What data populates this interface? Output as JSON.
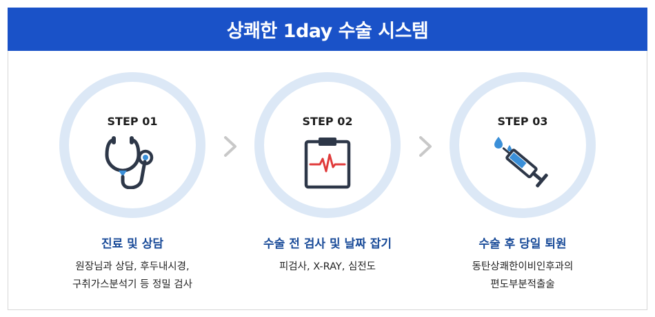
{
  "banner": {
    "title": "상쾌한 1day 수술 시스템"
  },
  "steps": [
    {
      "label": "STEP 01",
      "title": "진료 및 상담",
      "desc_lines": [
        "원장님과 상담, 후두내시경,",
        "구취가스분석기 등 정밀 검사"
      ]
    },
    {
      "label": "STEP 02",
      "title": "수술 전 검사 및 날짜 잡기",
      "desc_lines": [
        "피검사, X-RAY, 심전도"
      ]
    },
    {
      "label": "STEP 03",
      "title": "수술 후 당일 퇴원",
      "desc_lines": [
        "동탄상쾌한이비인후과의",
        "편도부분적출술"
      ]
    }
  ],
  "icons": {
    "step1": "stethoscope-icon",
    "step2": "clipboard-ecg-icon",
    "step3": "syringe-icon",
    "separator": "chevron-right-icon"
  },
  "colors": {
    "banner": "#1a52c8",
    "ring": "#dce8f6",
    "title": "#184a98",
    "icon_dark": "#2d3748",
    "icon_blue": "#3a8fd8",
    "ecg_red": "#e03a3a",
    "chevron": "#c8c8c8"
  }
}
